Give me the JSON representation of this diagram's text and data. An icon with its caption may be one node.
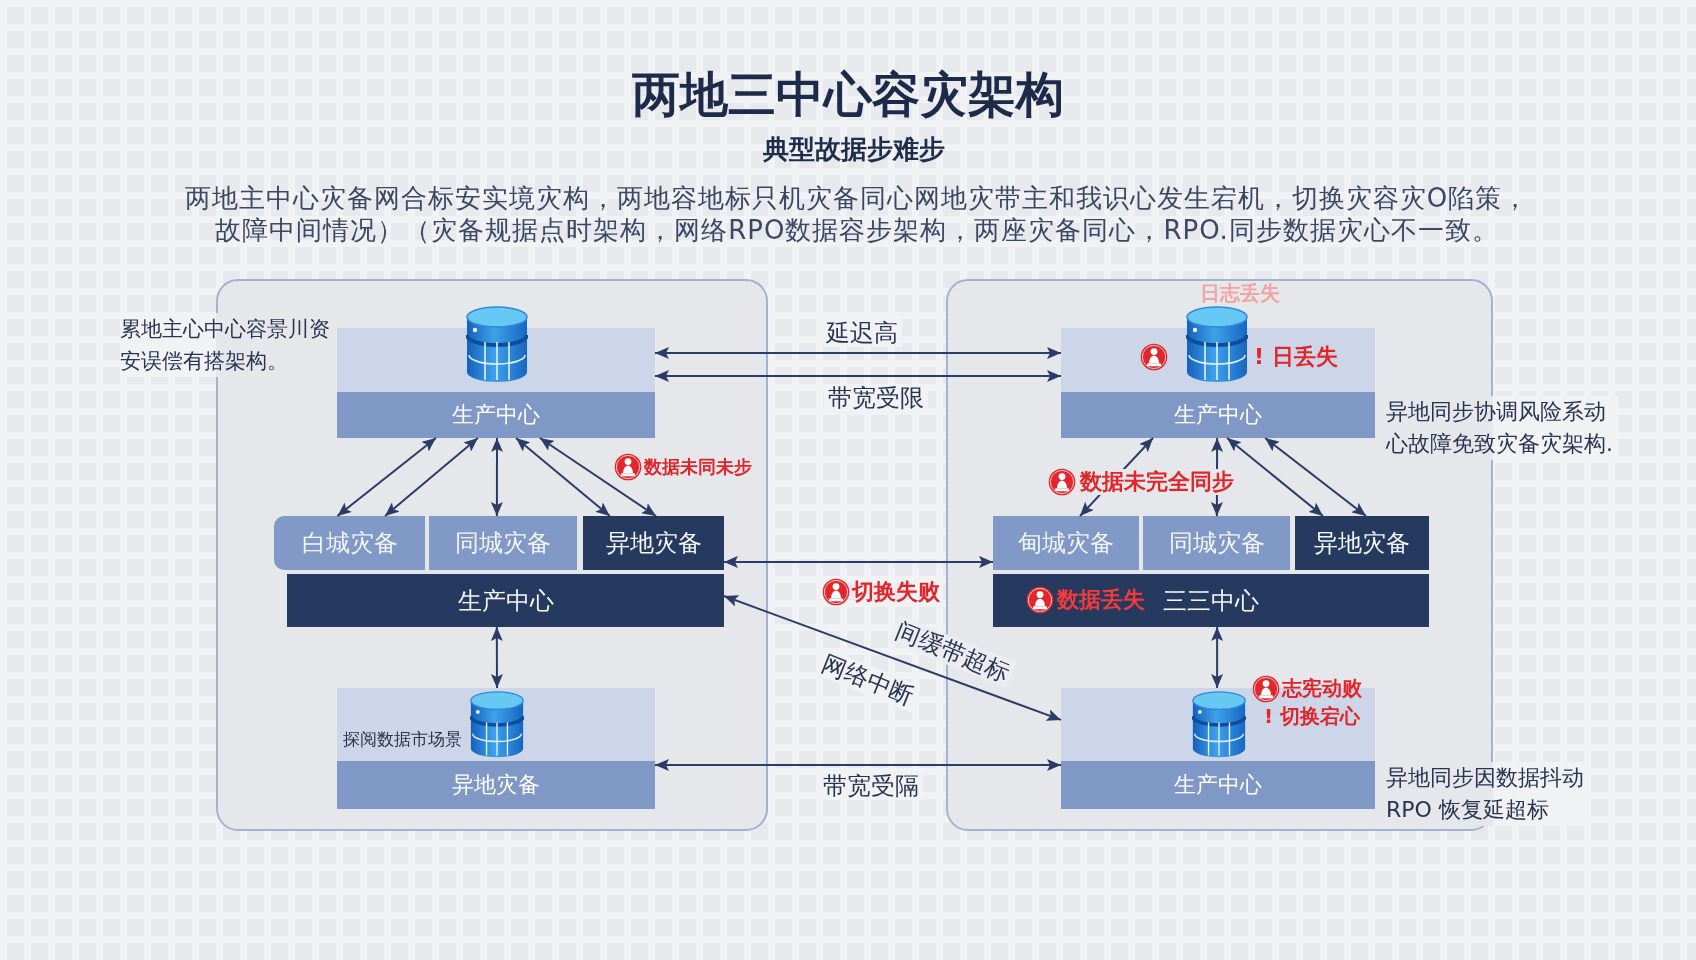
{
  "diagram": {
    "title": "两地三中心容灾架构",
    "nodes": [
      {
        "text": [],
        "shape": "box"
      },
      {
        "text": [
          "生产中心"
        ],
        "in": 0
      },
      {
        "text": [
          "白城灾备"
        ],
        "in": 0
      },
      {
        "text": [
          "同城灾备"
        ],
        "in": 0
      },
      {
        "text": [
          "异地灾备"
        ],
        "in": 0
      },
      {
        "text": [
          "生产中心"
        ],
        "in": 0
      },
      {
        "text": [
          "异地灾备"
        ],
        "in": 0
      },
      {
        "text": [],
        "shape": "box"
      },
      {
        "text": [
          "生产中心"
        ],
        "in": 7
      },
      {
        "text": [
          "甸城灾备"
        ],
        "in": 7
      },
      {
        "text": [
          "同城灾备"
        ],
        "in": 7
      },
      {
        "text": [
          "异地灾备"
        ],
        "in": 7
      },
      {
        "text": [
          "三三中心"
        ],
        "in": 7
      },
      {
        "text": [
          "生产中心"
        ],
        "in": 7
      }
    ],
    "edges": [
      {
        "from": 1,
        "to": 8,
        "arrow": "both",
        "label": "延迟高"
      },
      {
        "from": 1,
        "to": 8,
        "arrow": "both",
        "label": "带宽受限"
      },
      {
        "from": 1,
        "to": 2,
        "arrow": "both"
      },
      {
        "from": 1,
        "to": 2,
        "arrow": "both"
      },
      {
        "from": 1,
        "to": 3,
        "arrow": "both"
      },
      {
        "from": 1,
        "to": 4,
        "arrow": "both"
      },
      {
        "from": 1,
        "to": 4,
        "arrow": "both"
      },
      {
        "from": 5,
        "to": 6,
        "arrow": "both"
      },
      {
        "from": 4,
        "to": 9,
        "arrow": "both"
      },
      {
        "from": 5,
        "to": 13,
        "arrow": "both",
        "label": "网络中断"
      },
      {
        "from": 6,
        "to": 13,
        "arrow": "both",
        "label": "带宽受隔"
      },
      {
        "from": 8,
        "to": 9,
        "arrow": "both"
      },
      {
        "from": 8,
        "to": 10,
        "arrow": "both"
      },
      {
        "from": 8,
        "to": 11,
        "arrow": "both"
      },
      {
        "from": 8,
        "to": 11,
        "arrow": "both"
      },
      {
        "from": 12,
        "to": 13,
        "arrow": "both"
      }
    ],
    "labels": [
      "典型故据步难步",
      "两地主中心灾备网合标安实境灾构，两地容地标只机灾备同心网地灾带主和我识心发生宕机，切换灾容灾O陷策，故障中间情况）（灾备规据点时架构，网络RPO数据容步架构，两座灾备同心，RPO.同步数据灾心不一致。",
      "累地主心中心容景川资安误偿有搭架构。",
      "日志丢失",
      "! 日丢失",
      "异地同步协调风险系动心故障免致灾备灾架构.",
      "数据未同未步",
      "数据未完全同步",
      "切换失败",
      "数据丢失",
      "间缓带超标",
      "志宪动败",
      "! 切换宕心",
      "探阅数据市场景",
      "异地同步因数据抖动RPO 恢复延超标"
    ]
  }
}
